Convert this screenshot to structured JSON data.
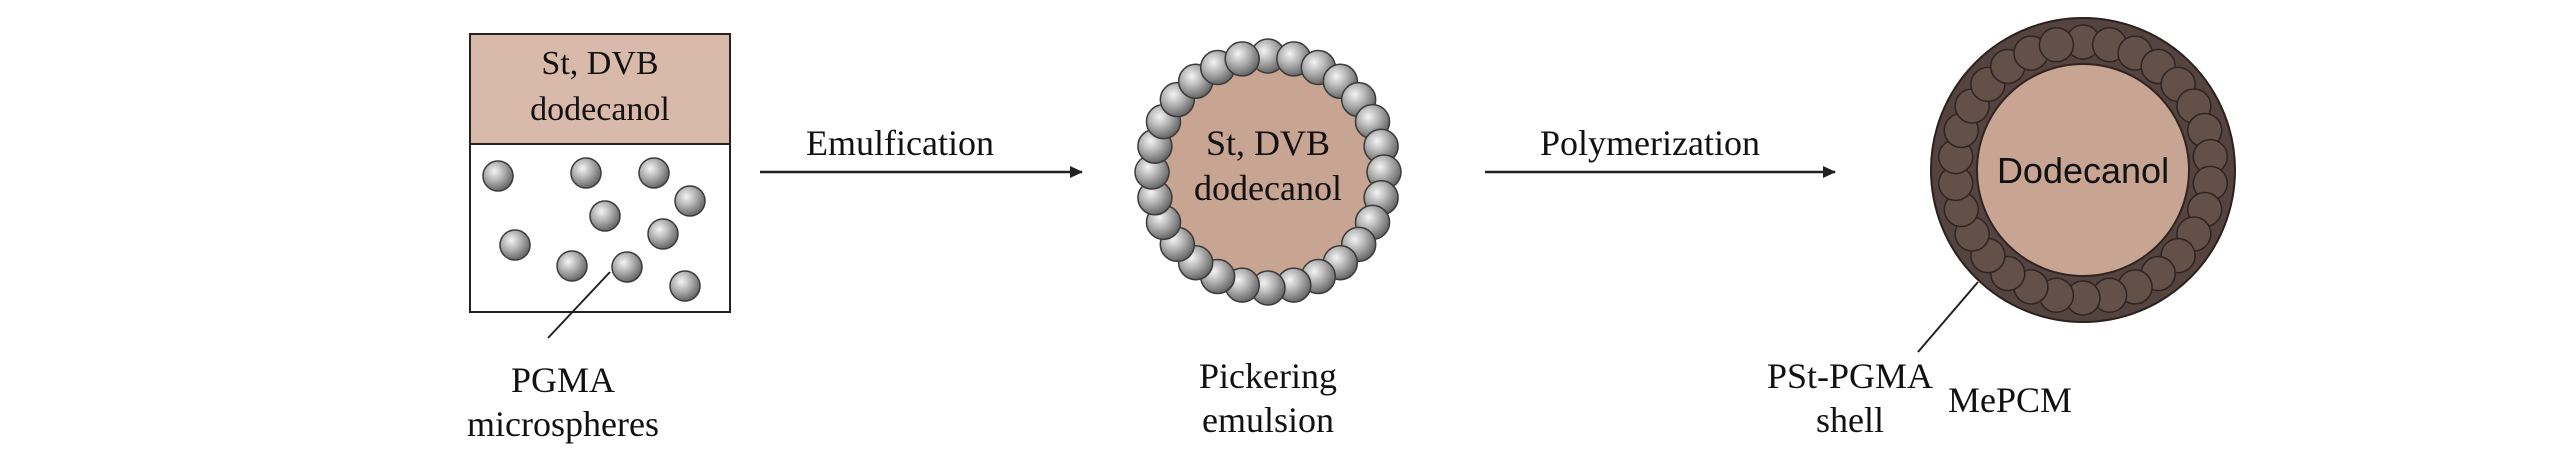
{
  "step1": {
    "oil_line1": "St, DVB",
    "oil_line2": "dodecanol",
    "caption_line1": "PGMA",
    "caption_line2": "microspheres"
  },
  "arrow1": {
    "label": "Emulfication"
  },
  "step2": {
    "core_line1": "St, DVB",
    "core_line2": "dodecanol",
    "caption_line1": "Pickering",
    "caption_line2": "emulsion"
  },
  "arrow2": {
    "label": "Polymerization"
  },
  "step3": {
    "core_label": "Dodecanol",
    "shell_line1": "PSt-PGMA",
    "shell_line2": "shell",
    "product_label": "MePCM"
  },
  "colors": {
    "oil": "#d9b9a9",
    "core": "#c8a493",
    "shell_outer": "#54433f",
    "shell_particle": "#625049",
    "particle_light": "#f2f2f2",
    "particle_dark": "#6a6a6a",
    "line": "#222222"
  }
}
